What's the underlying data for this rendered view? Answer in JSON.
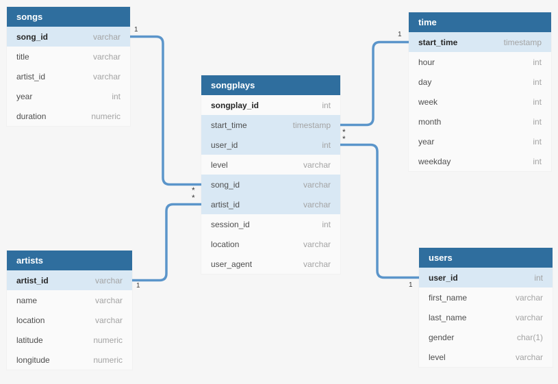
{
  "diagram": {
    "tables": {
      "songs": {
        "title": "songs",
        "fields": [
          {
            "name": "song_id",
            "type": "varchar",
            "pk": true,
            "ref": true
          },
          {
            "name": "title",
            "type": "varchar"
          },
          {
            "name": "artist_id",
            "type": "varchar"
          },
          {
            "name": "year",
            "type": "int"
          },
          {
            "name": "duration",
            "type": "numeric"
          }
        ]
      },
      "songplays": {
        "title": "songplays",
        "fields": [
          {
            "name": "songplay_id",
            "type": "int",
            "pk": true
          },
          {
            "name": "start_time",
            "type": "timestamp",
            "ref": true
          },
          {
            "name": "user_id",
            "type": "int",
            "ref": true
          },
          {
            "name": "level",
            "type": "varchar"
          },
          {
            "name": "song_id",
            "type": "varchar",
            "ref": true
          },
          {
            "name": "artist_id",
            "type": "varchar",
            "ref": true
          },
          {
            "name": "session_id",
            "type": "int"
          },
          {
            "name": "location",
            "type": "varchar"
          },
          {
            "name": "user_agent",
            "type": "varchar"
          }
        ]
      },
      "time": {
        "title": "time",
        "fields": [
          {
            "name": "start_time",
            "type": "timestamp",
            "pk": true,
            "ref": true
          },
          {
            "name": "hour",
            "type": "int"
          },
          {
            "name": "day",
            "type": "int"
          },
          {
            "name": "week",
            "type": "int"
          },
          {
            "name": "month",
            "type": "int"
          },
          {
            "name": "year",
            "type": "int"
          },
          {
            "name": "weekday",
            "type": "int"
          }
        ]
      },
      "users": {
        "title": "users",
        "fields": [
          {
            "name": "user_id",
            "type": "int",
            "pk": true,
            "ref": true
          },
          {
            "name": "first_name",
            "type": "varchar"
          },
          {
            "name": "last_name",
            "type": "varchar"
          },
          {
            "name": "gender",
            "type": "char(1)"
          },
          {
            "name": "level",
            "type": "varchar"
          }
        ]
      },
      "artists": {
        "title": "artists",
        "fields": [
          {
            "name": "artist_id",
            "type": "varchar",
            "pk": true,
            "ref": true
          },
          {
            "name": "name",
            "type": "varchar"
          },
          {
            "name": "location",
            "type": "varchar"
          },
          {
            "name": "latitude",
            "type": "numeric"
          },
          {
            "name": "longitude",
            "type": "numeric"
          }
        ]
      }
    },
    "relationships": [
      {
        "from": "songs.song_id",
        "to": "songplays.song_id",
        "one_label": "1",
        "many_label": "*"
      },
      {
        "from": "artists.artist_id",
        "to": "songplays.artist_id",
        "one_label": "1",
        "many_label": "*"
      },
      {
        "from": "time.start_time",
        "to": "songplays.start_time",
        "one_label": "1",
        "many_label": "*"
      },
      {
        "from": "users.user_id",
        "to": "songplays.user_id",
        "one_label": "1",
        "many_label": "*"
      }
    ],
    "colors": {
      "header": "#2f6e9e",
      "highlight_row": "#d9e8f4",
      "row_background": "#fafafa",
      "connector": "#5b95ca",
      "canvas_background": "#f6f6f6"
    }
  }
}
